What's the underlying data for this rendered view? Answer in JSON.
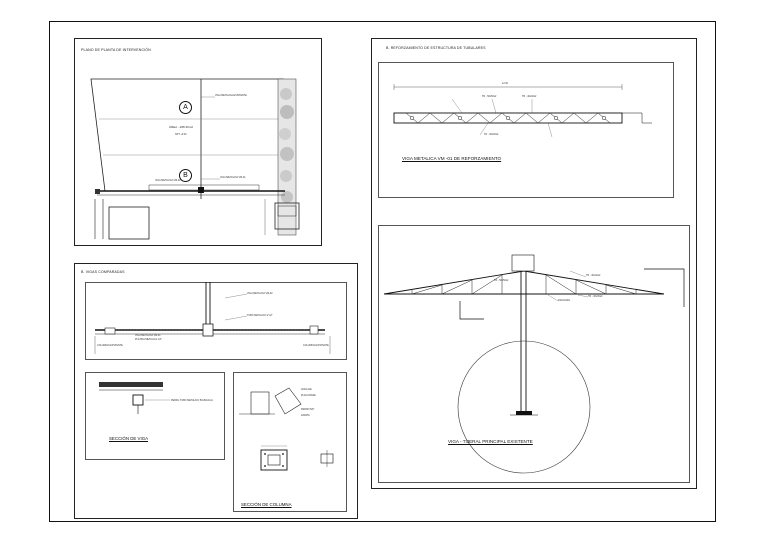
{
  "plan": {
    "title": "PLANO DE PLANTA DE INTERVENCIÓN",
    "area_label": "ÁREA - 288.30m2",
    "area_note": "NPT +3.00",
    "zone_a": "A",
    "zone_b": "B",
    "note_top": "VIGA METALICA EXISTENTE",
    "note_bottom": "VIGA METALICA VM-01",
    "note_walkway": "VIGA METALICA VM-02"
  },
  "vigas": {
    "title": "B. VIGAS COMPARADAS",
    "note_left_top": "VIGA METALICA VM-01",
    "note_left_bottom": "PLATINA METALICA 1/4\"",
    "note_right_top": "VIGA METALICA VM-02",
    "note_right_bottom": "TUBO METALICO 2\"x2\"",
    "note_col_left": "COLUMNA EXISTENTE",
    "note_col_right": "COLUMNA EXISTENTE",
    "seccion_viga": "SECCIÓN DE VIGA",
    "seccion_viga_note": "PERFIL TUBO METALICO 50x50x2mm",
    "seccion_columna": "SECCIÓN DE COLUMNA",
    "col_note_1": "ANCLAJE",
    "col_note_2": "PLACA BASE",
    "col_note_3": "PERNO 5/8\"",
    "col_note_4": "ZAPATA"
  },
  "refuerzo": {
    "title": "B. REFORZAMIENTO DE ESTRUCTURA DE TUBULARES",
    "dim_top": "12.00",
    "truss_note_1": "TR - 50x50x2",
    "truss_note_2": "TR - 40x40x2",
    "truss_note_3": "TR - 30x30x2",
    "caption": "VIGA METALICA VM -01  DE REFORZAMIENTO"
  },
  "principal": {
    "note_top": "TR - 50x50x2",
    "note_side": "TR - 40x40x2",
    "note_mid": "DIAGONAL",
    "note_low": "TR - 30x30x2",
    "caption": "VIGA - TIJERAL PRINCIPAL EXISTENTE"
  }
}
